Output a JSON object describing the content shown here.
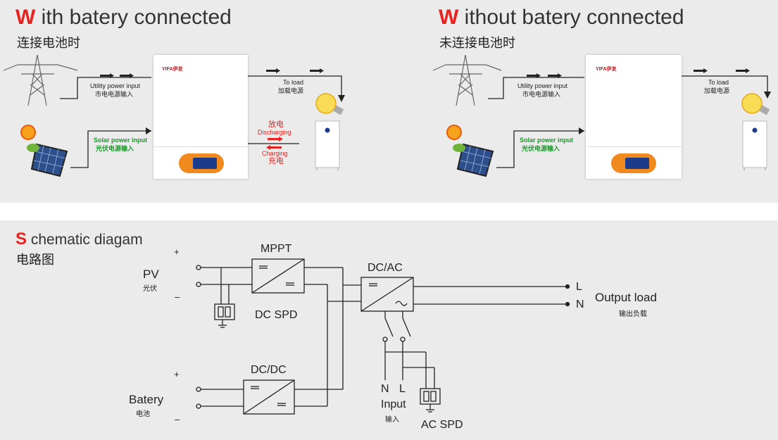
{
  "with_battery": {
    "title_cap": "W",
    "title_rest": " ith batery connected",
    "subtitle": "连接电池时",
    "utility_en": "Utility power input",
    "utility_cn": "市电电源输入",
    "solar_en": "Solar power input",
    "solar_cn": "光伏电源输入",
    "to_load_en": "To load",
    "to_load_cn": "加载电源",
    "discharging_cn": "放电",
    "discharging_en": "Discharging",
    "charging_en": "Charging",
    "charging_cn": "充电",
    "logo": "YIFA伊发"
  },
  "without_battery": {
    "title_cap": "W",
    "title_rest": " ithout batery connected",
    "subtitle": "未连接电池时",
    "utility_en": "Utility power input",
    "utility_cn": "市电电源输入",
    "solar_en": "Solar power input",
    "solar_cn": "光伏电源输入",
    "to_load_en": "To load",
    "to_load_cn": "加载电源",
    "logo": "YIFA伊发"
  },
  "schematic": {
    "title_cap": "S",
    "title_rest": " chematic diagam",
    "subtitle": "电路图",
    "pv_en": "PV",
    "pv_cn": "光伏",
    "battery_en": "Batery",
    "battery_cn": "电池",
    "plus": "+",
    "minus": "–",
    "mppt": "MPPT",
    "dc_spd": "DC SPD",
    "dcdc": "DC/DC",
    "dcac": "DC/AC",
    "out_l": "L",
    "out_n": "N",
    "output_en": "Output load",
    "output_cn": "输出负载",
    "in_n": "N",
    "in_l": "L",
    "input_en": "Input",
    "input_cn": "输入",
    "ac_spd": "AC SPD"
  },
  "colors": {
    "accent": "#e8231e",
    "panel": "#ebebeb",
    "green": "#1a9a2a",
    "orange": "#f08a1e"
  }
}
